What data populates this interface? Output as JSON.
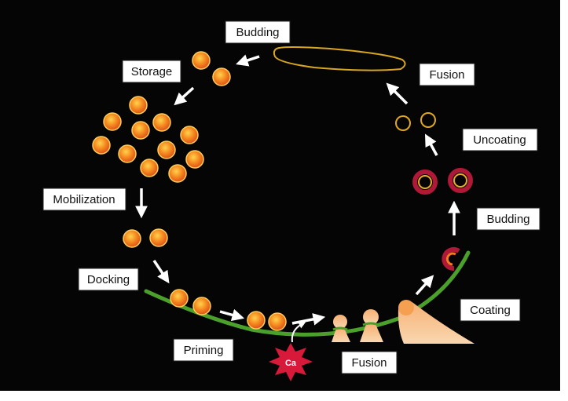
{
  "labels": {
    "budding_top": "Budding",
    "storage": "Storage",
    "mobilization": "Mobilization",
    "docking": "Docking",
    "priming": "Priming",
    "fusion_bottom": "Fusion",
    "coating": "Coating",
    "budding_right": "Budding",
    "uncoating": "Uncoating",
    "fusion_top": "Fusion"
  },
  "calcium": "Ca",
  "colors": {
    "background": "#050505",
    "vesicle_fill": "#f07a1a",
    "vesicle_highlight": "#ffc34a",
    "vesicle_rim": "#ffd35a",
    "membrane": "#4a9a2a",
    "coat": "#b01838",
    "endosome": "#d4a020",
    "arrow": "#ffffff",
    "calcium": "#d81a3a",
    "coat_protein": "#f4b07a"
  }
}
